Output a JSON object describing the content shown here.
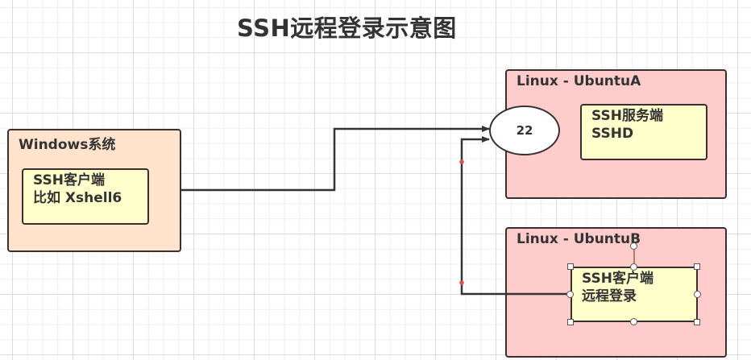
{
  "title": "SSH远程登录示意图",
  "windows": {
    "label": "Windows系统",
    "client": {
      "line1": "SSH客户端",
      "line2": "比如 Xshell6"
    }
  },
  "ubuntu_a": {
    "label": "Linux - UbuntuA",
    "port": "22",
    "server": {
      "line1": "SSH服务端",
      "line2": "SSHD"
    }
  },
  "ubuntu_b": {
    "label": "Linux - UbuntuB",
    "client": {
      "line1": "SSH客户端",
      "line2": "远程登录"
    }
  },
  "colors": {
    "container_windows": "#ffe3cc",
    "container_linux": "#ffcccc",
    "inner_box": "#ffffcc",
    "stroke": "#3a2f2f",
    "waypoint": "#d9534f"
  }
}
